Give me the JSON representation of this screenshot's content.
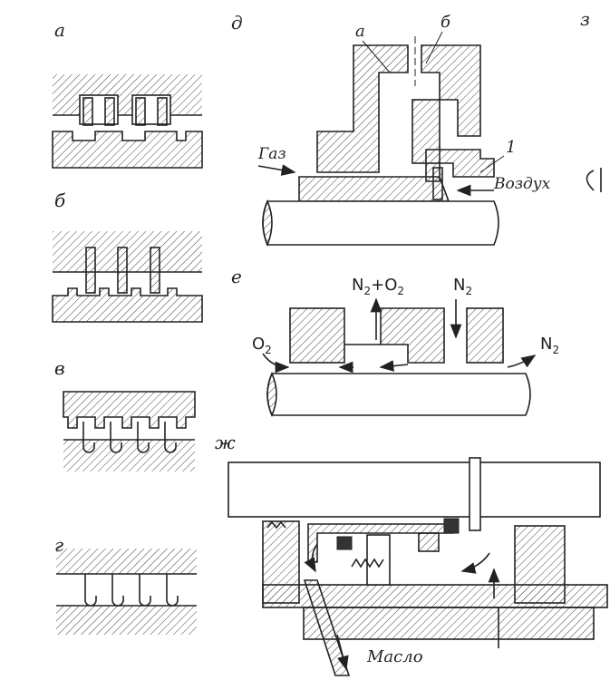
{
  "labels": {
    "a": "а",
    "b": "б",
    "v": "в",
    "g": "г",
    "d": "д",
    "z": "з",
    "e": "е",
    "zh": "ж",
    "d_a": "а",
    "d_b": "б",
    "d_1": "1"
  },
  "flows": {
    "gas": "Газ",
    "air": "Воздух",
    "oil": "Масло"
  },
  "chem": {
    "o2_left_base": "O",
    "o2_left_sub": "2",
    "mix_n": "N",
    "mix_n_sub": "2",
    "mix_plus": "+O",
    "mix_o_sub": "2",
    "n2_top_base": "N",
    "n2_top_sub": "2",
    "n2_right_base": "N",
    "n2_right_sub": "2"
  }
}
